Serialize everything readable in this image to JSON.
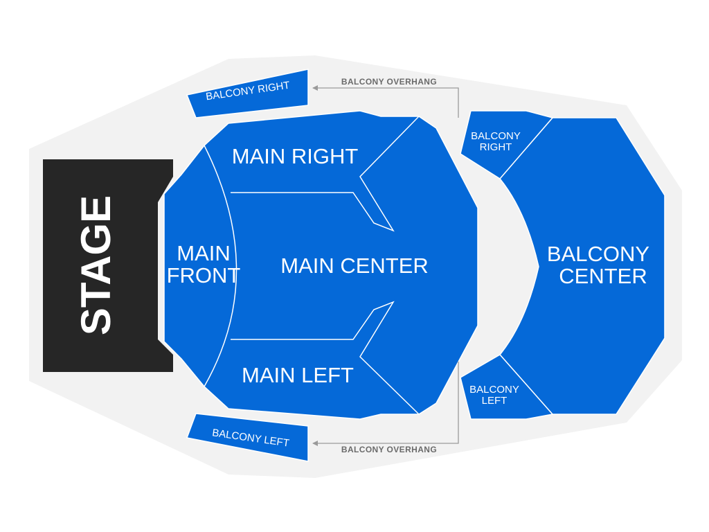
{
  "map": {
    "stage": {
      "label": "STAGE"
    },
    "sections": {
      "main_right": {
        "label": "MAIN RIGHT"
      },
      "main_front": {
        "line1": "MAIN",
        "line2": "FRONT"
      },
      "main_center": {
        "label": "MAIN CENTER"
      },
      "main_left": {
        "label": "MAIN LEFT"
      },
      "balcony_right_box": {
        "label": "BALCONY RIGHT"
      },
      "balcony_left_box": {
        "label": "BALCONY LEFT"
      },
      "balcony_right": {
        "line1": "BALCONY",
        "line2": "RIGHT"
      },
      "balcony_left": {
        "line1": "BALCONY",
        "line2": "LEFT"
      },
      "balcony_center": {
        "line1": "BALCONY",
        "line2": "CENTER"
      }
    },
    "annotations": {
      "overhang_top": "BALCONY OVERHANG",
      "overhang_bottom": "BALCONY OVERHANG"
    },
    "colors": {
      "section": "#0569d8",
      "stage": "#262626",
      "floor": "#f2f2f2",
      "annotation": "#6a6a6a"
    }
  }
}
